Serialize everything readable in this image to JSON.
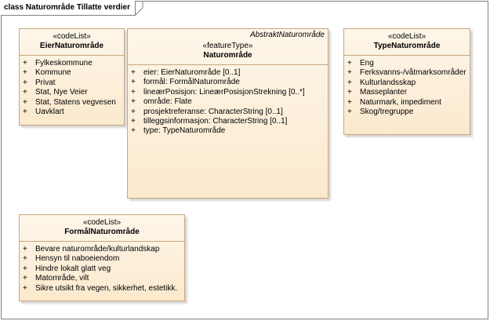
{
  "frame": {
    "title": "class Naturområde Tillatte verdier"
  },
  "classes": {
    "eier": {
      "stereotype": "«codeList»",
      "name": "EierNaturområde",
      "items": [
        {
          "vis": "+",
          "text": "Fylkeskommune"
        },
        {
          "vis": "+",
          "text": "Kommune"
        },
        {
          "vis": "+",
          "text": "Privat"
        },
        {
          "vis": "+",
          "text": "Stat, Nye Veier"
        },
        {
          "vis": "+",
          "text": "Stat, Statens vegvesen"
        },
        {
          "vis": "+",
          "text": "Uavklart"
        }
      ]
    },
    "naturomraade": {
      "abstract": "AbstraktNaturområde",
      "stereotype": "«featureType»",
      "name": "Naturområde",
      "items": [
        {
          "vis": "+",
          "text": "eier: EierNaturområde [0..1]"
        },
        {
          "vis": "+",
          "text": "formål: FormålNaturområde"
        },
        {
          "vis": "+",
          "text": "lineærPosisjon: LineærPosisjonStrekning [0..*]"
        },
        {
          "vis": "+",
          "text": "område: Flate"
        },
        {
          "vis": "+",
          "text": "prosjektreferanse: CharacterString [0..1]"
        },
        {
          "vis": "+",
          "text": "tilleggsinformasjon: CharacterString [0..1]"
        },
        {
          "vis": "+",
          "text": "type: TypeNaturområde"
        }
      ]
    },
    "type": {
      "stereotype": "«codeList»",
      "name": "TypeNaturområde",
      "items": [
        {
          "vis": "+",
          "text": "Eng"
        },
        {
          "vis": "+",
          "text": "Ferksvanns-/våtmarksområder"
        },
        {
          "vis": "+",
          "text": "Kulturlandsskap"
        },
        {
          "vis": "+",
          "text": "Masseplanter"
        },
        {
          "vis": "+",
          "text": "Naturmark, impediment"
        },
        {
          "vis": "+",
          "text": "Skog/tregruppe"
        }
      ]
    },
    "formaal": {
      "stereotype": "«codeList»",
      "name": "FormålNaturområde",
      "items": [
        {
          "vis": "+",
          "text": "Bevare naturområde/kulturlandskap"
        },
        {
          "vis": "+",
          "text": "Hensyn til naboeiendom"
        },
        {
          "vis": "+",
          "text": "Hindre lokalt glatt veg"
        },
        {
          "vis": "+",
          "text": "Matområde, vilt"
        },
        {
          "vis": "+",
          "text": "Sikre utsikt fra vegen, sikkerhet, estetikk."
        }
      ]
    }
  }
}
